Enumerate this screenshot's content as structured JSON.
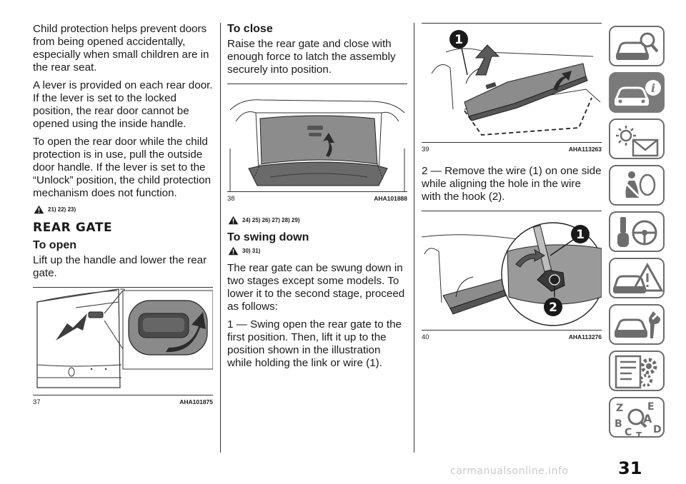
{
  "col1": {
    "p1": "Child protection helps prevent doors from being opened accidentally, especially when small children are in the rear seat.",
    "p2": "A lever is provided on each rear door. If the lever is set to the locked position, the rear door cannot be opened using the inside handle.",
    "p3": "To open the rear door while the child protection is in use, pull the outside door handle. If the lever is set to the “Unlock” position, the child protection mechanism does not function.",
    "warn_refs": "21) 22) 23)",
    "section_title": "REAR GATE",
    "open_title": "To open",
    "open_text": "Lift up the handle and lower the rear gate.",
    "fig_number": "37",
    "fig_code": "AHA101875"
  },
  "col2": {
    "close_title": "To close",
    "close_text": "Raise the rear gate and close with enough force to latch the assembly securely into position.",
    "fig_number": "38",
    "fig_code": "AHA101888",
    "warn_refs1": "24) 25) 26) 27) 28) 29)",
    "swing_title": "To swing down",
    "warn_refs2": "30) 31)",
    "swing_p1": "The rear gate can be swung down in two stages except some models. To lower it to the second stage, proceed as follows:",
    "swing_p2": "1 — Swing open the rear gate to the first position. Then, lift it up to the position shown in the illustration while holding the link or wire (1)."
  },
  "col3": {
    "fig39_number": "39",
    "fig39_code": "AHA113263",
    "fig39_callout": "1",
    "step2": "2 — Remove the wire (1) on one side while aligning the hole in the wire with the hook (2).",
    "fig40_number": "40",
    "fig40_code": "AHA113276",
    "fig40_callout1": "1",
    "fig40_callout2": "2"
  },
  "sidebar": {
    "tabs": [
      {
        "icon": "car-magnifier-icon",
        "active": false
      },
      {
        "icon": "car-info-icon",
        "active": true
      },
      {
        "icon": "warning-light-envelope-icon",
        "active": false
      },
      {
        "icon": "seatbelt-airbag-icon",
        "active": false
      },
      {
        "icon": "key-steering-wheel-icon",
        "active": false
      },
      {
        "icon": "car-breakdown-triangle-icon",
        "active": false
      },
      {
        "icon": "car-wrench-icon",
        "active": false
      },
      {
        "icon": "specs-gears-icon",
        "active": false
      },
      {
        "icon": "alphabet-index-icon",
        "active": false
      }
    ],
    "index_letters": [
      "Z",
      "E",
      "B",
      "A",
      "C",
      "D",
      "T"
    ]
  },
  "page_number": "31",
  "watermark": "carmanualsonline.info",
  "colors": {
    "text": "#1a1a1a",
    "tab_border": "#6d6d6d",
    "tab_active": "#7a7a7a",
    "callout": "#1a1a1a"
  }
}
